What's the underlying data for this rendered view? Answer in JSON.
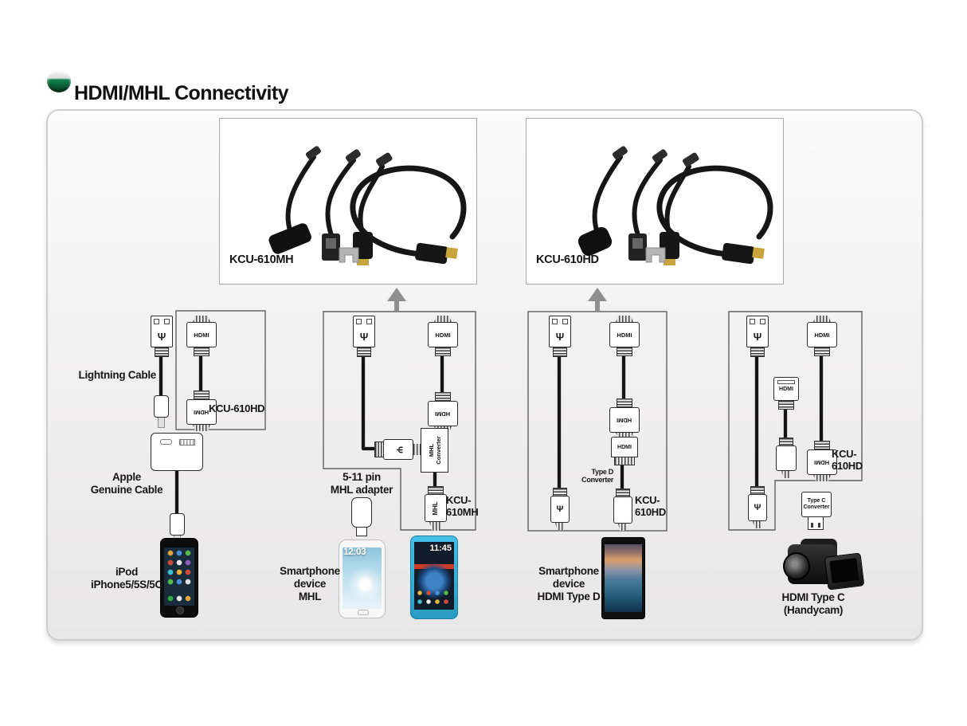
{
  "title": "HDMI/MHL Connectivity",
  "colors": {
    "accent_green": "#0d6e41",
    "panel_border": "#cdcdcd",
    "outline_gray": "#5f5f5f",
    "arrow_gray": "#8f8f8f",
    "cable_black": "#141414"
  },
  "product_boxes": [
    {
      "label": "KCU-610MH"
    },
    {
      "label": "KCU-610HD"
    }
  ],
  "connector_labels": {
    "hdmi": "HDMI",
    "mhl": "MHL"
  },
  "col1": {
    "cable_label": "Lightning Cable",
    "kit_label": "KCU-610HD",
    "adapter_line1": "Apple",
    "adapter_line2": "Genuine Cable",
    "device_line1": "iPod",
    "device_line2": "iPhone5/5S/5C"
  },
  "col2": {
    "adapter_line1": "5-11 pin",
    "adapter_line2": "MHL adapter",
    "converter_line1": "MHL",
    "converter_line2": "Converter",
    "kit_line1": "KCU-",
    "kit_line2": "610MH",
    "device_line1": "Smartphone",
    "device_line2": "device",
    "device_line3": "MHL",
    "galaxy_clock": "12:03",
    "blue_phone_clock": "11:45"
  },
  "col3": {
    "converter_line1": "Type D",
    "converter_line2": "Converter",
    "kit_line1": "KCU-",
    "kit_line2": "610HD",
    "device_line1": "Smartphone",
    "device_line2": "device",
    "device_line3": "HDMI Type D"
  },
  "col4": {
    "converter_line1": "Type C",
    "converter_line2": "Converter",
    "kit_line1": "KCU-",
    "kit_line2": "610HD",
    "device_line1": "HDMI Type C",
    "device_line2": "(Handycam)"
  }
}
